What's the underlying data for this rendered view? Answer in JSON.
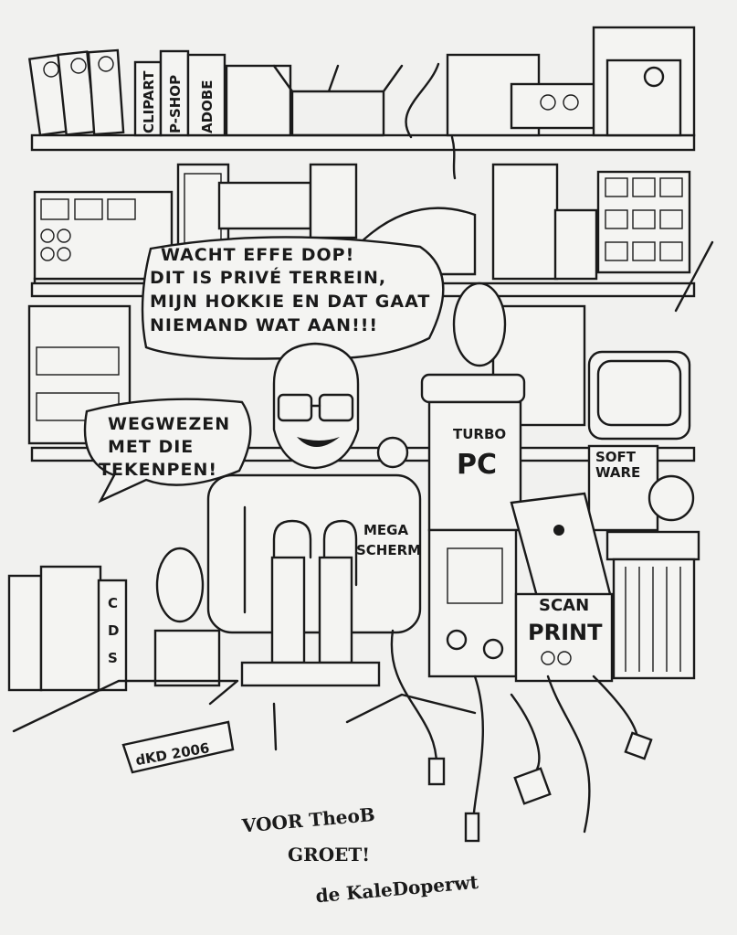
{
  "speech_bubble_main": {
    "lines": [
      "WACHT EFFE DOP!",
      "DIT IS PRIVÉ TERREIN,",
      "MIJN HOKKIE EN DAT GAAT",
      "NIEMAND WAT AAN!!!"
    ]
  },
  "speech_bubble_left": {
    "lines": [
      "WEGWEZEN",
      "MET DIE",
      "TEKENPEN!"
    ]
  },
  "shelf_labels": {
    "clipart": "CLIPART",
    "pshop": "P-SHOP",
    "adobe": "ADOBE"
  },
  "device_labels": {
    "turbo": "TURBO",
    "pc": "PC",
    "mega": "MEGA",
    "scherm": "SCHERM",
    "soft": "SOFT",
    "ware": "WARE",
    "scan": "SCAN",
    "print": "PRINT",
    "cds": [
      "C",
      "D",
      "S"
    ]
  },
  "artist_tag": "dKD 2006",
  "dedication": {
    "line1": "VOOR TheoB",
    "line2": "GROET!",
    "line3": "de KaleDoperwt"
  },
  "colors": {
    "paper": "#f1f1ef",
    "ink": "#1a1a1a"
  }
}
